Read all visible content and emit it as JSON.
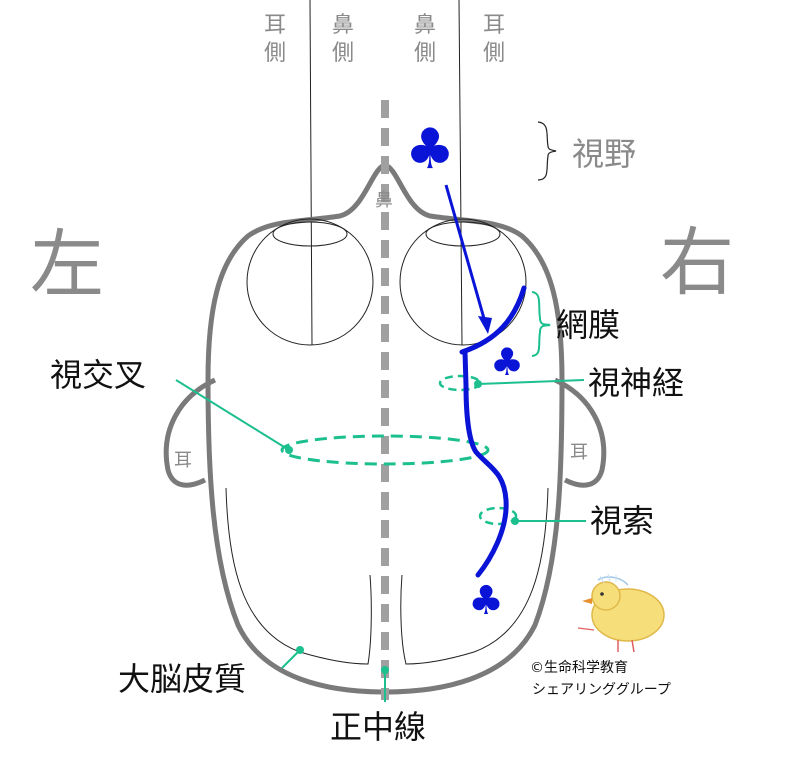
{
  "top_labels": {
    "ear_left": "耳\n側",
    "nose_left": "鼻\n側",
    "nose_right": "鼻\n側",
    "ear_right": "耳\n側"
  },
  "labels": {
    "visual_field": "視野",
    "nose": "鼻",
    "left": "左",
    "right": "右",
    "retina": "網膜",
    "optic_chiasm": "視交叉",
    "optic_nerve": "視神経",
    "optic_tract": "視索",
    "ear_left": "耳",
    "ear_right": "耳",
    "cerebral_cortex": "大脳皮質",
    "midline": "正中線"
  },
  "credit": {
    "line1": "©生命科学教育",
    "line2": "シェアリンググループ"
  },
  "icons": {
    "club_glyph": "♣"
  },
  "colors": {
    "outline_gray": "#7a7a7a",
    "label_gray": "#8a8a8a",
    "blue": "#0a14d6",
    "teal": "#1cbf8e",
    "black": "#111111"
  }
}
